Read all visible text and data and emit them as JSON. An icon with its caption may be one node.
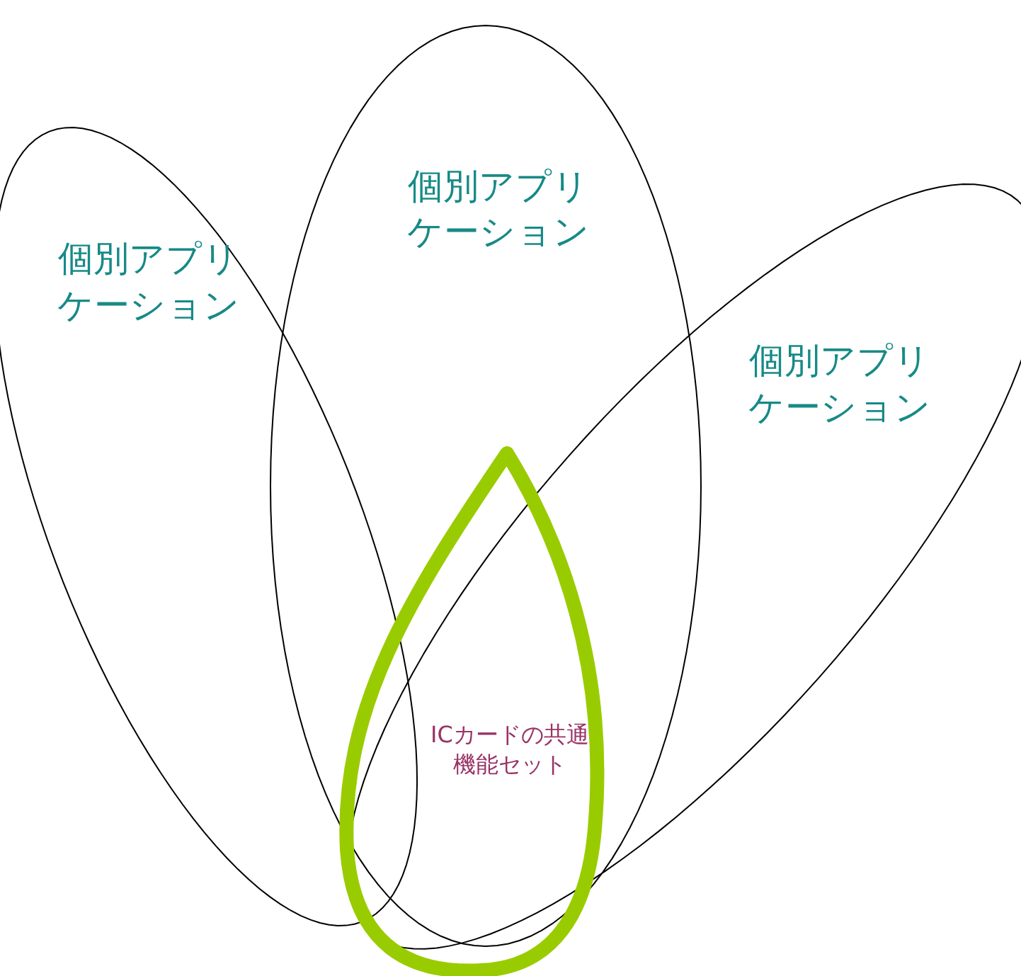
{
  "diagram": {
    "nodes": [
      {
        "text": [
          "個別アプリケーション"
        ]
      },
      {
        "text": [
          "個別アプリケーション"
        ]
      },
      {
        "text": [
          "個別アプリケーション"
        ]
      },
      {
        "text": [
          "ICカードの共通機能セット"
        ]
      }
    ]
  }
}
